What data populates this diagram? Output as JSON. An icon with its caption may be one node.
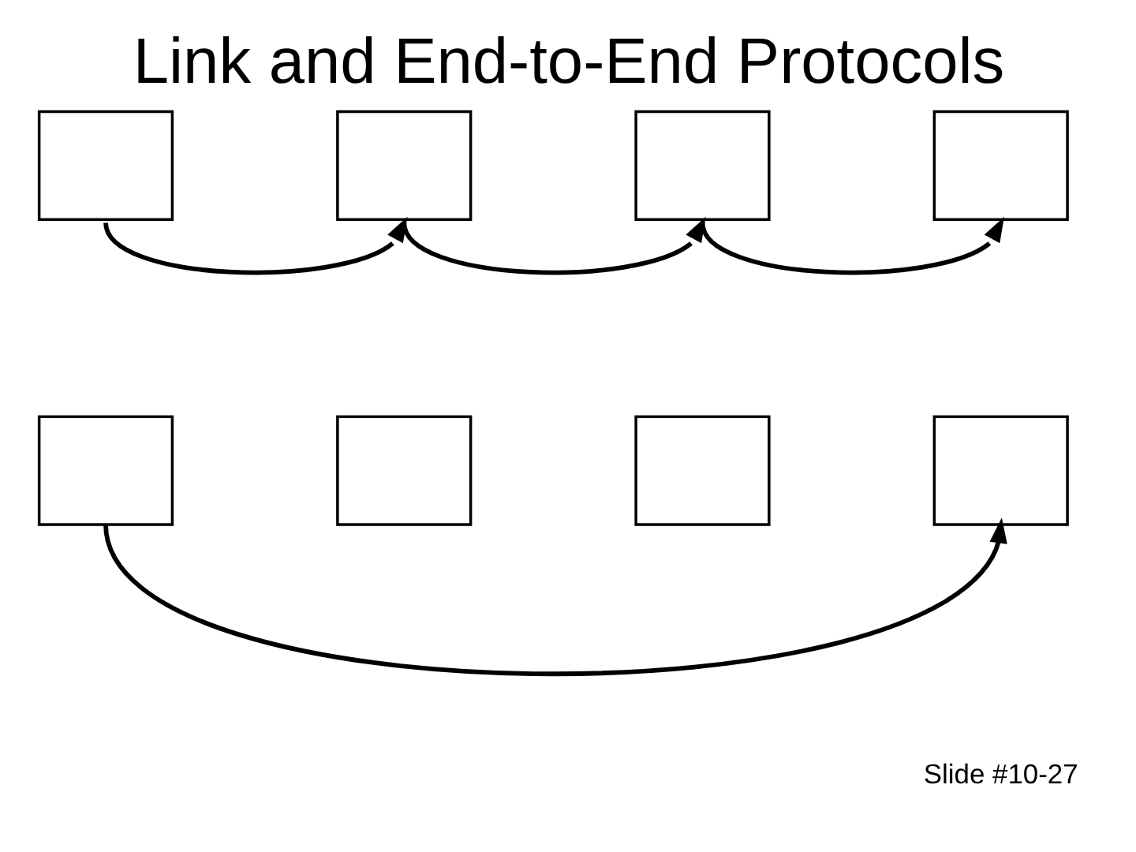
{
  "diagram": {
    "title": "Link and End-to-End Protocols",
    "nodes": [
      {
        "text": [],
        "shape": "box"
      },
      {
        "text": [],
        "shape": "box"
      },
      {
        "text": [],
        "shape": "box"
      },
      {
        "text": [],
        "shape": "box"
      },
      {
        "text": [],
        "shape": "box"
      },
      {
        "text": [],
        "shape": "box"
      },
      {
        "text": [],
        "shape": "box"
      },
      {
        "text": [],
        "shape": "box"
      }
    ],
    "edges": [
      {
        "from": 0,
        "to": 1,
        "arrow": "to"
      },
      {
        "from": 1,
        "to": 2,
        "arrow": "to"
      },
      {
        "from": 2,
        "to": 3,
        "arrow": "to"
      },
      {
        "from": 4,
        "to": 7,
        "arrow": "to"
      }
    ],
    "labels": [
      "Slide #10-27"
    ]
  }
}
